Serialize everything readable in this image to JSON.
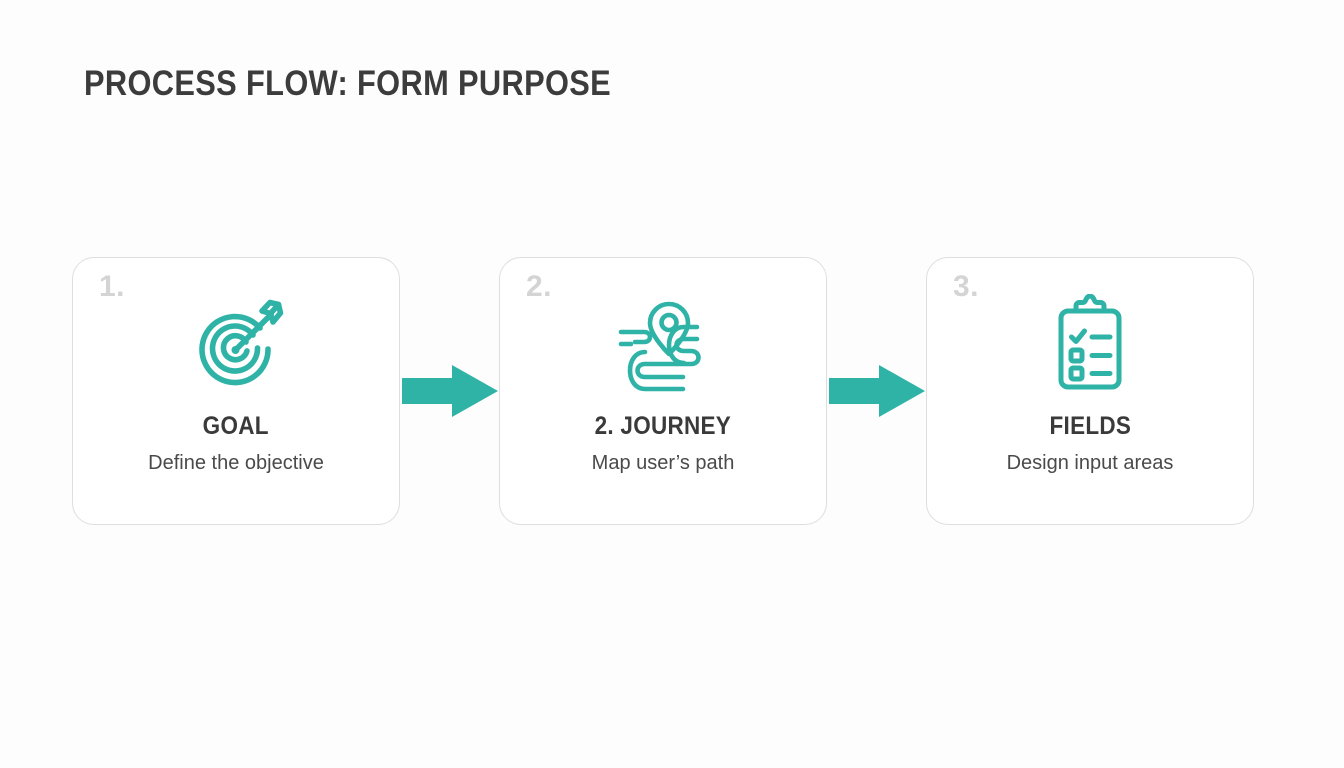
{
  "page": {
    "title": "PROCESS FLOW: FORM PURPOSE",
    "background_color": "#FDFDFD",
    "accent_color": "#2FB3A6",
    "title_color": "#3C3C3C",
    "card_border_color": "#DEDEDE",
    "number_color": "#D4D4D4"
  },
  "flow": {
    "steps": [
      {
        "number": "1.",
        "icon": "target-arrow-icon",
        "title": "GOAL",
        "subtitle": "Define the objective"
      },
      {
        "number": "2.",
        "icon": "route-map-pin-icon",
        "title": "2. JOURNEY",
        "subtitle": "Map user’s path"
      },
      {
        "number": "3.",
        "icon": "clipboard-checklist-icon",
        "title": "FIELDS",
        "subtitle": "Design input areas"
      }
    ],
    "connectors": [
      {
        "icon": "arrow-right-icon"
      },
      {
        "icon": "arrow-right-icon"
      }
    ]
  }
}
